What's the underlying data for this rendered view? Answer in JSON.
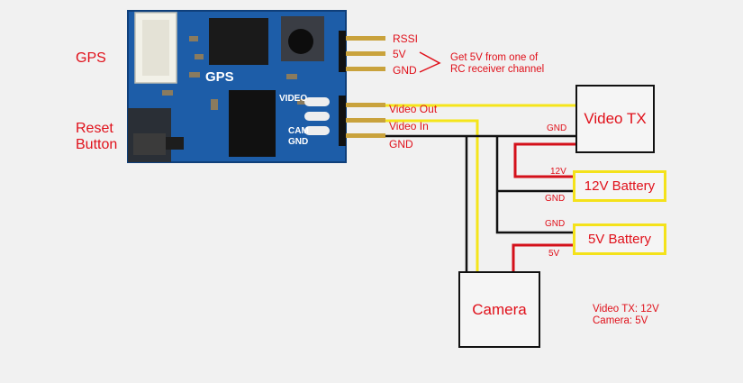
{
  "left_labels": {
    "gps": "GPS",
    "reset_line1": "Reset",
    "reset_line2": "Button"
  },
  "board_silkscreen": {
    "gps": "GPS",
    "video": "VIDEO",
    "cam": "CAM",
    "gnd": "GND"
  },
  "pins": {
    "rssi": "RSSI",
    "five_v": "5V",
    "gnd": "GND",
    "video_out": "Video Out",
    "video_in": "Video In",
    "gnd2": "GND"
  },
  "note": {
    "line1": "Get 5V from one of",
    "line2": "RC receiver channel"
  },
  "boxes": {
    "video_tx": "Video TX",
    "battery_12v": "12V  Battery",
    "battery_5v": "5V  Battery",
    "camera": "Camera"
  },
  "wire_labels": {
    "vtx_gnd": "GND",
    "b12_pos": "12V",
    "b12_gnd": "GND",
    "b5_gnd": "GND",
    "b5_pos": "5V"
  },
  "spec": {
    "line1": "Video TX: 12V",
    "line2": "Camera:  5V"
  },
  "colors": {
    "label_red": "#e0101a",
    "wire_black": "#111111",
    "wire_red": "#d4101a",
    "wire_yellow": "#f5e51a",
    "pcb_blue": "#1d5da8"
  }
}
